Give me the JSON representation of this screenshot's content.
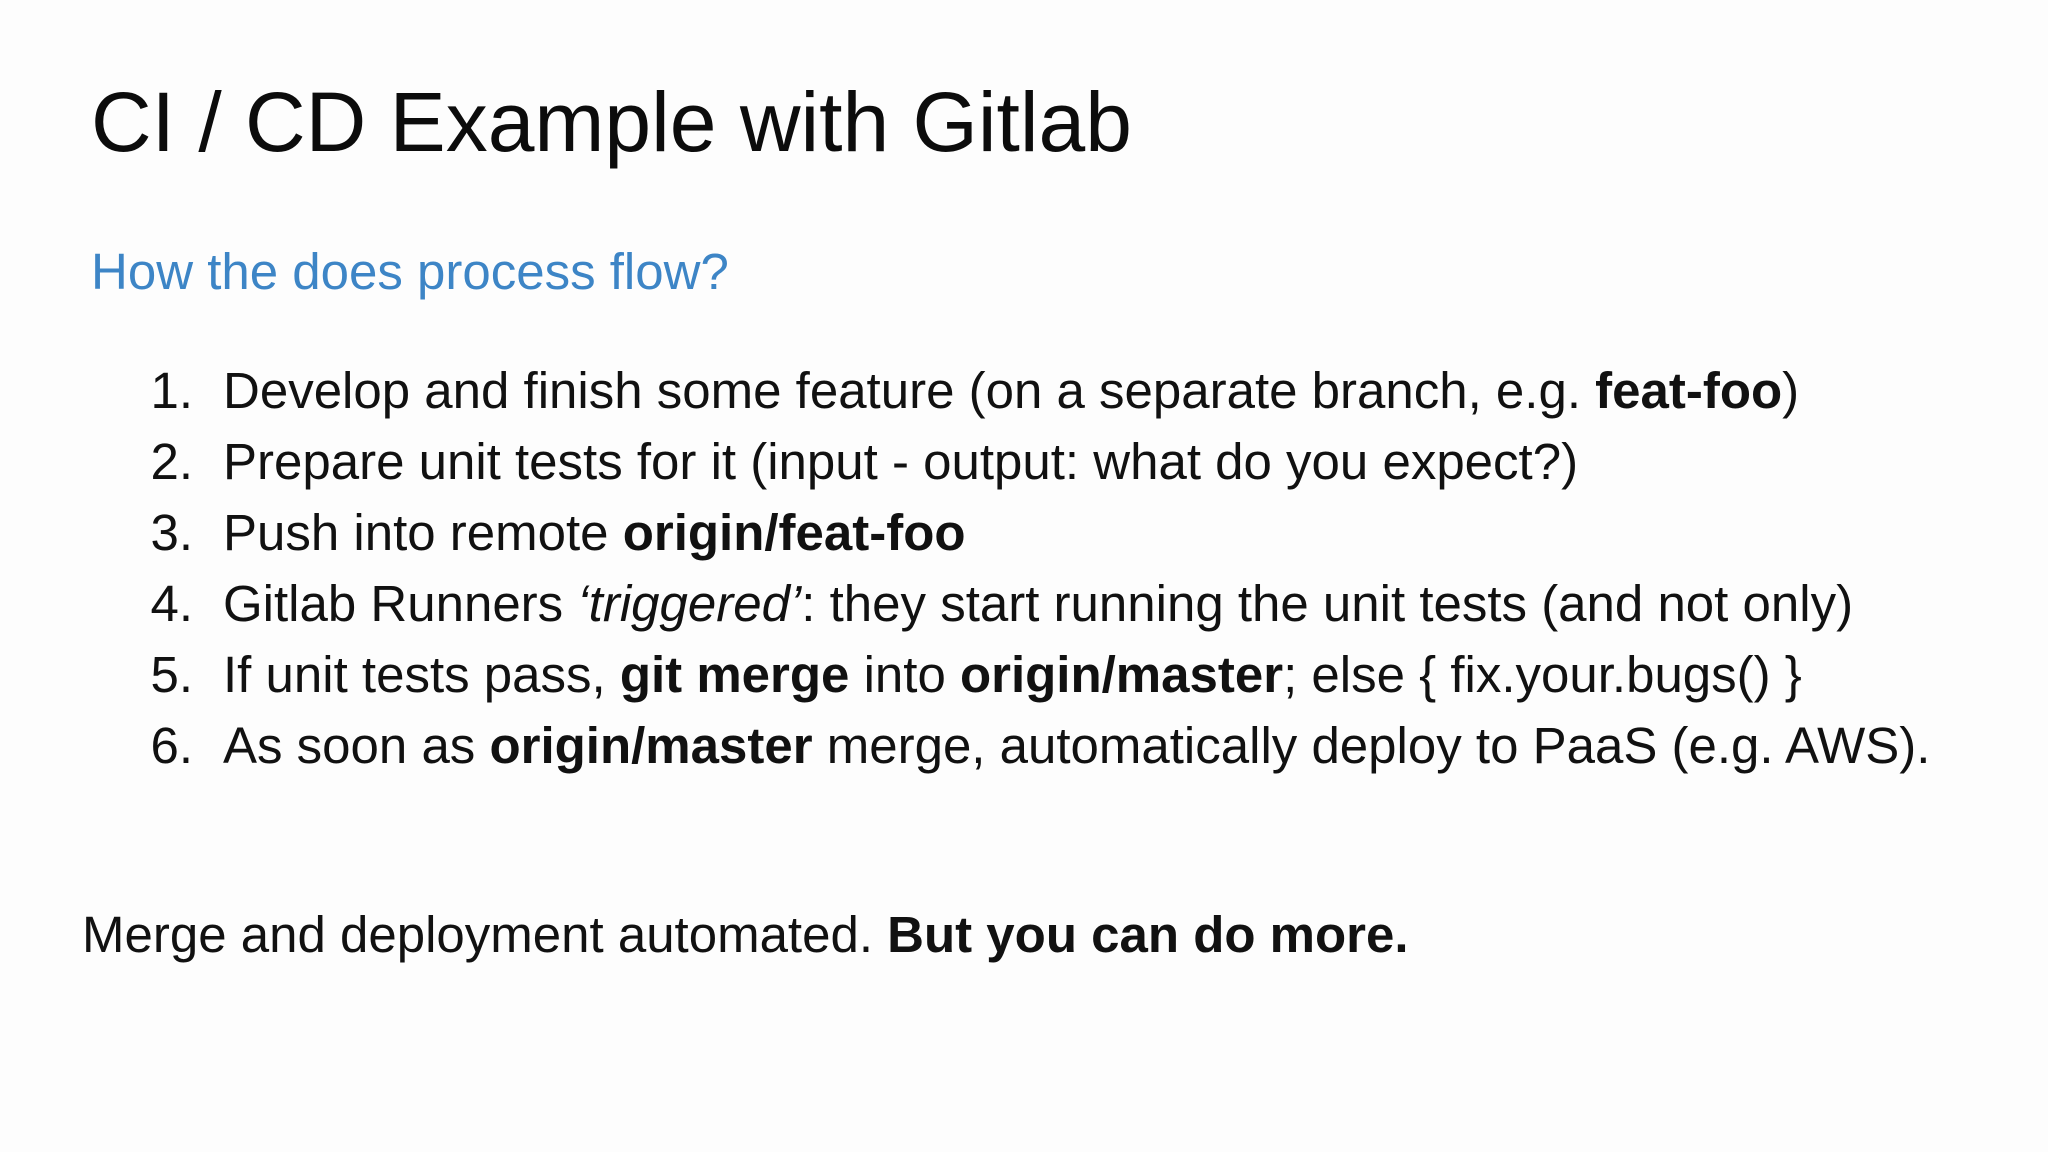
{
  "slide": {
    "title": "CI / CD Example with Gitlab",
    "subtitle": "How the does process flow?",
    "subtitle_color": "#3d85c6",
    "steps": [
      {
        "number": "1.",
        "parts": [
          {
            "text": "Develop and finish some feature (on a separate branch, e.g. ",
            "style": "normal"
          },
          {
            "text": "feat-foo",
            "style": "bold"
          },
          {
            "text": ")",
            "style": "normal"
          }
        ]
      },
      {
        "number": "2.",
        "parts": [
          {
            "text": "Prepare unit tests for it (input - output: what do you expect?)",
            "style": "normal"
          }
        ]
      },
      {
        "number": "3.",
        "parts": [
          {
            "text": "Push into remote ",
            "style": "normal"
          },
          {
            "text": "origin/feat-foo",
            "style": "bold"
          }
        ]
      },
      {
        "number": "4.",
        "parts": [
          {
            "text": "Gitlab Runners ",
            "style": "normal"
          },
          {
            "text": "‘triggered’",
            "style": "italic"
          },
          {
            "text": ": they start running the unit tests (and not only)",
            "style": "normal"
          }
        ]
      },
      {
        "number": "5.",
        "parts": [
          {
            "text": "If unit tests pass, ",
            "style": "normal"
          },
          {
            "text": "git merge",
            "style": "bold"
          },
          {
            "text": " into ",
            "style": "normal"
          },
          {
            "text": "origin/master",
            "style": "bold"
          },
          {
            "text": "; else { fix.your.bugs() }",
            "style": "normal"
          }
        ]
      },
      {
        "number": "6.",
        "parts": [
          {
            "text": "As soon as ",
            "style": "normal"
          },
          {
            "text": "origin/master",
            "style": "bold"
          },
          {
            "text": " merge, automatically deploy to PaaS (e.g. AWS).",
            "style": "normal"
          }
        ]
      }
    ],
    "footer": {
      "normal": "Merge and deployment automated. ",
      "bold": "But you can do more."
    }
  }
}
